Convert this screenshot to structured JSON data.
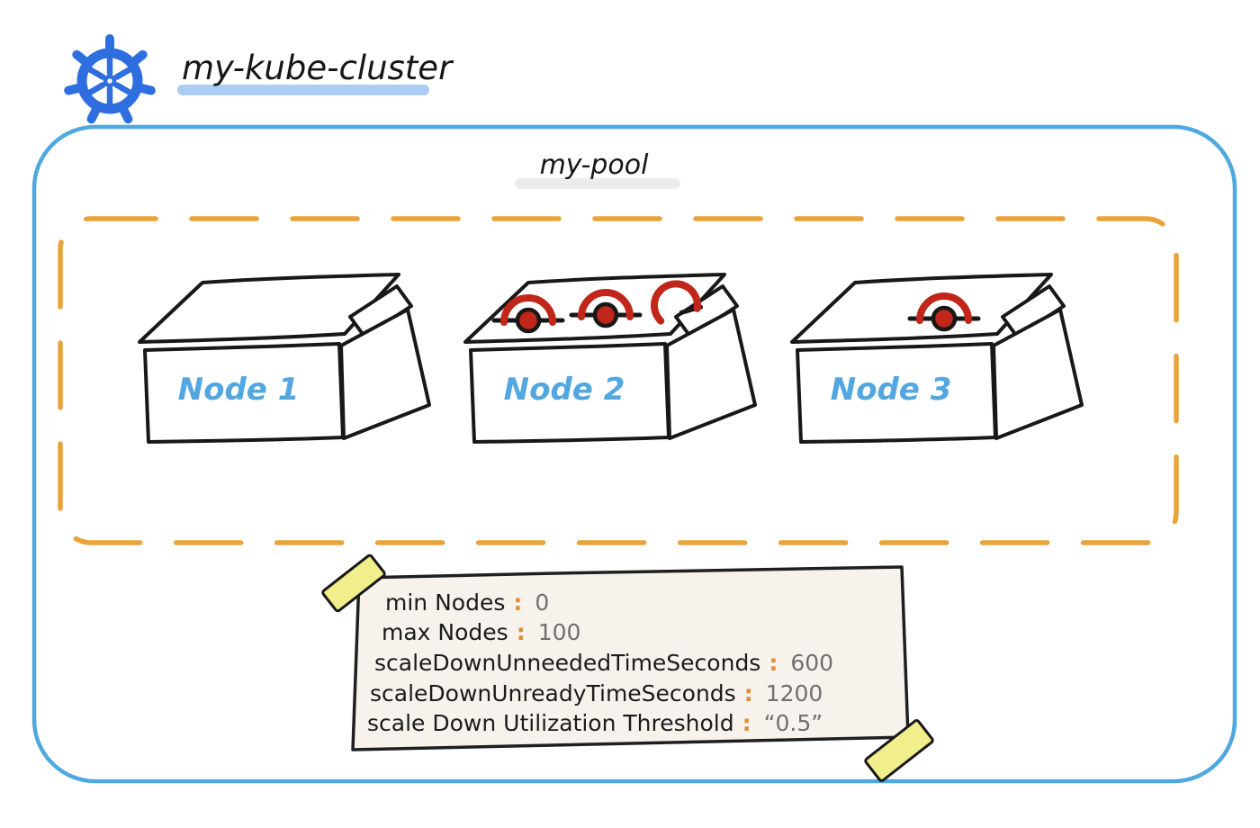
{
  "header": {
    "cluster_name": "my-kube-cluster"
  },
  "pool": {
    "name": "my-pool",
    "nodes": [
      {
        "label": "Node 1",
        "pods": 0
      },
      {
        "label": "Node 2",
        "pods": 3
      },
      {
        "label": "Node 3",
        "pods": 1
      }
    ]
  },
  "note": {
    "separator": ":",
    "lines": [
      {
        "key": "min Nodes",
        "value": "0"
      },
      {
        "key": "max Nodes",
        "value": "100"
      },
      {
        "key": "scaleDownUnneededTimeSeconds",
        "value": "600"
      },
      {
        "key": "scaleDownUnreadyTimeSeconds",
        "value": "1200"
      },
      {
        "key": "scale Down Utilization Threshold",
        "value": "“0.5”"
      }
    ]
  },
  "icons": {
    "logo": "kubernetes-helm-wheel",
    "pod": "red-pod-handle",
    "tape": "yellow-adhesive-tape"
  },
  "colors": {
    "k8s_blue": "#2e6ede",
    "cluster_border": "#4fa8e0",
    "node_label_blue": "#52a7e0",
    "pool_dash_orange": "#eaa33b",
    "pod_red": "#c1261b",
    "ink_black": "#181818",
    "note_bg": "#f7f2ec",
    "note_border": "#1f1f1f",
    "tape_yellow": "#f1ee8c",
    "value_gray": "#707070",
    "colon_orange": "#dc8f33",
    "title_underline": "#accdf3",
    "pool_underline": "#ececec"
  }
}
